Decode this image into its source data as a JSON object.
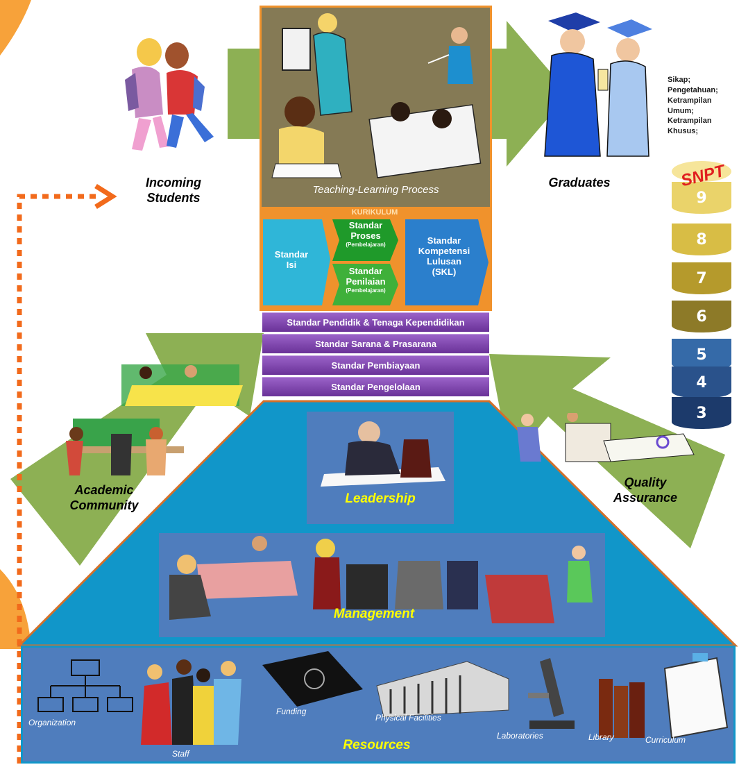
{
  "stages": {
    "incoming": "Incoming\nStudents",
    "process": "Teaching-Learning Process",
    "graduates": "Graduates"
  },
  "curriculum": {
    "header": "KURIKULUM",
    "isi": "Standar\nIsi",
    "proses": "Standar\nProses",
    "proses_sub": "(Pembelajaran)",
    "penilaian": "Standar\nPenilaian",
    "penilaian_sub": "(Pembelajaran)",
    "kompetensi": "Standar\nKompetensi\nLulusan\n(SKL)"
  },
  "standards": [
    "Standar Pendidik & Tenaga Kependidikan",
    "Standar Sarana & Prasarana",
    "Standar Pembiayaan",
    "Standar Pengelolaan"
  ],
  "outcomes": "Sikap;\nPengetahuan;\nKetrampilan\nUmum;\nKetrampilan\nKhusus;",
  "snpt": {
    "title": "SNPT",
    "levels": [
      "9",
      "8",
      "7",
      "6",
      "5",
      "4",
      "3"
    ]
  },
  "sides": {
    "academic": "Academic\nCommunity",
    "quality": "Quality\nAssurance"
  },
  "pyramid": {
    "leadership": "Leadership",
    "management": "Management",
    "resources": "Resources"
  },
  "resource_items": {
    "organization": "Organization",
    "staff": "Staff",
    "funding": "Funding",
    "facilities": "Physical Facilities",
    "laboratories": "Laboratories",
    "library": "Library",
    "curriculum": "Curriculum"
  },
  "colors": {
    "arrow_green": "#8db054",
    "process_bg": "#857a55",
    "frame_orange": "#f0922c",
    "pyramid_cyan": "#1196c9",
    "panel_blue": "#4f7dbd",
    "label_yellow": "#ffff00",
    "dotted_orange": "#f26a1b"
  }
}
